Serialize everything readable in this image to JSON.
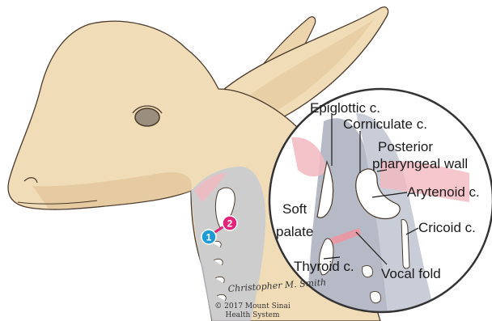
{
  "colors": {
    "skin": "#f1dcb8",
    "skin_shadow": "#e3c79c",
    "outline": "#4a3a2a",
    "throat_gray": "#c5c9d3",
    "pink": "#f2b8bf",
    "cartilage": "#ffffff",
    "badge_1": "#1e9bd7",
    "badge_2": "#e2247a",
    "eye": "#9a8f7e"
  },
  "markers": {
    "marker_1": "1",
    "marker_2": "2"
  },
  "labels": {
    "epiglottic": "Epiglottic c.",
    "corniculate": "Corniculate c.",
    "posterior_line1": "Posterior",
    "posterior_line2": "pharyngeal wall",
    "arytenoid": "Arytenoid c.",
    "cricoid": "Cricoid c.",
    "soft_line1": "Soft",
    "soft_line2": "palate",
    "thyroid": "Thyroid  c.",
    "vocal_fold": "Vocal fold"
  },
  "credits": {
    "signature": "Christopher M. Smith",
    "copyright_line1": "© 2017 Mount Sinai",
    "copyright_line2": "Health System"
  }
}
